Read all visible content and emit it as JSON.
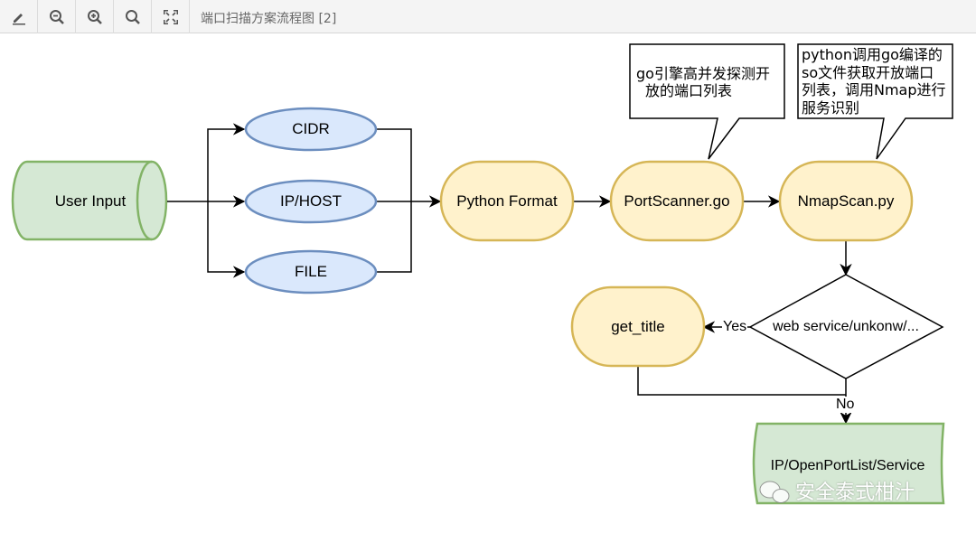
{
  "toolbar": {
    "title": "端口扫描方案流程图 [2]",
    "buttons": [
      "edit-icon",
      "zoom-out-icon",
      "zoom-in-icon",
      "zoom-actual-icon",
      "fullscreen-icon"
    ]
  },
  "colors": {
    "input_fill": "#d5e8d4",
    "input_stroke": "#82b366",
    "blue_fill": "#dae8fc",
    "blue_stroke": "#6c8ebf",
    "yellow_fill": "#fff2cc",
    "yellow_stroke": "#d6b656"
  },
  "nodes": {
    "user_input": "User Input",
    "cidr": "CIDR",
    "ip_host": "IP/HOST",
    "file": "FILE",
    "python_format": "Python Format",
    "port_scanner": "PortScanner.go",
    "nmap_scan": "NmapScan.py",
    "get_title": "get_title",
    "decision": "web service/unkonw/...",
    "result": "IP/OpenPortList/Service"
  },
  "callouts": {
    "go_note": [
      "go引擎高并发探测开",
      "放的端口列表"
    ],
    "python_note": [
      "python调用go编译的",
      "so文件获取开放端口",
      "列表，调用Nmap进行",
      "服务识别"
    ]
  },
  "edge_labels": {
    "yes": "Yes",
    "no": "No"
  },
  "watermark": "安全泰式柑汁"
}
